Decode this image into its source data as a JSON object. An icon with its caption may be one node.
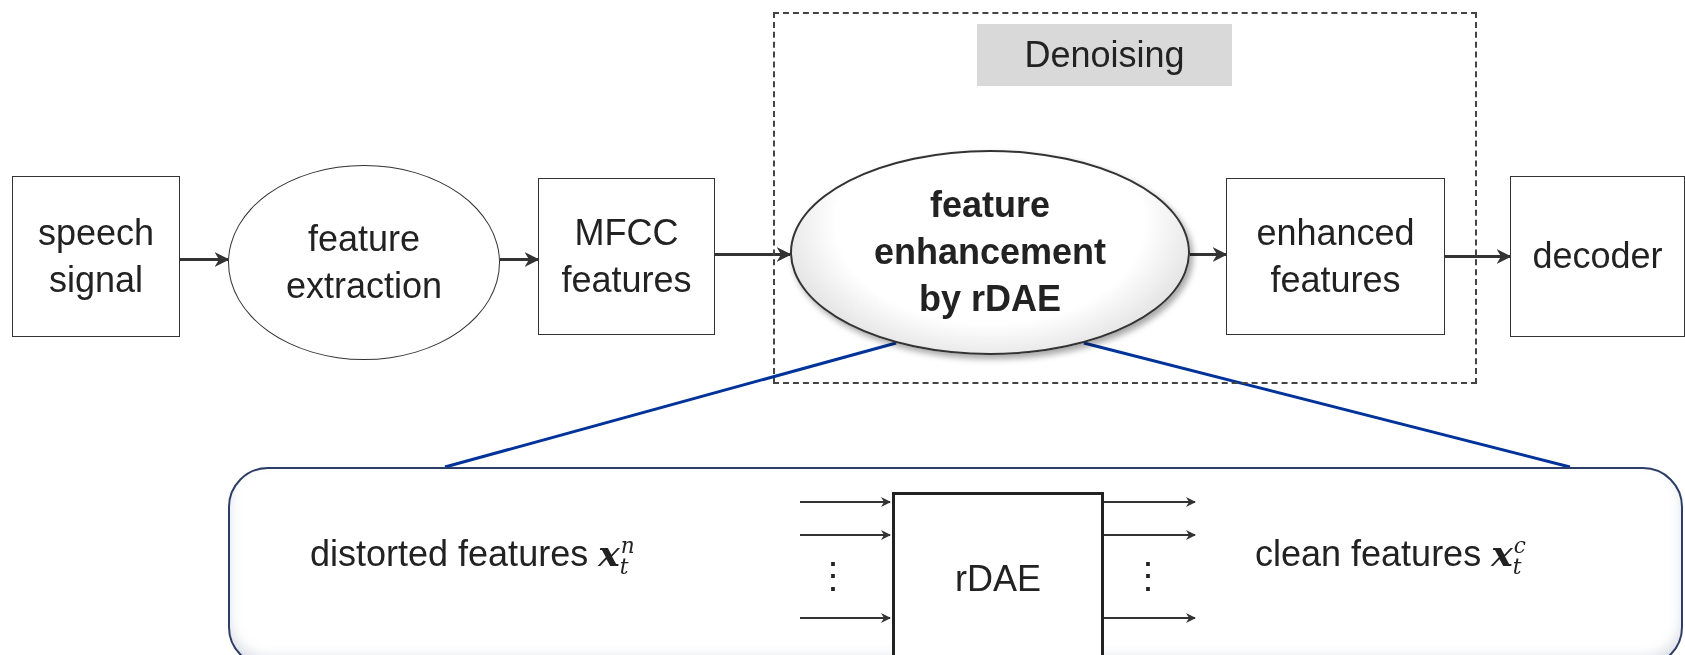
{
  "diagram": {
    "nodes": [
      {
        "text": [
          "Denoising"
        ]
      },
      {
        "text": [
          "speech signal"
        ]
      },
      {
        "text": [
          "feature extraction"
        ]
      },
      {
        "text": [
          "MFCC features"
        ]
      },
      {
        "text": [
          "feature enhancement by rDAE"
        ],
        "in": 0
      },
      {
        "text": [
          "enhanced features"
        ],
        "in": 0
      },
      {
        "text": [
          "decoder"
        ]
      },
      {
        "text": [],
        "shape": "box"
      },
      {
        "text": [
          "rDAE"
        ],
        "in": 7
      }
    ],
    "edges": [
      {
        "from": 1,
        "to": 2,
        "arrow": "to"
      },
      {
        "from": 2,
        "to": 3,
        "arrow": "to"
      },
      {
        "from": 3,
        "to": 4,
        "arrow": "to"
      },
      {
        "from": 4,
        "to": 5,
        "arrow": "to"
      },
      {
        "from": 5,
        "to": 6,
        "arrow": "to"
      },
      {
        "from": 4,
        "to": 7,
        "arrow": "none",
        "color": "#003399"
      },
      {
        "from": 4,
        "to": 7,
        "arrow": "none",
        "color": "#003399"
      },
      {
        "from": null,
        "to": 8,
        "arrow": "to"
      },
      {
        "from": null,
        "to": 8,
        "arrow": "to"
      },
      {
        "from": null,
        "to": 8,
        "arrow": "to"
      },
      {
        "from": 8,
        "to": null,
        "arrow": "to"
      },
      {
        "from": 8,
        "to": null,
        "arrow": "to"
      },
      {
        "from": 8,
        "to": null,
        "arrow": "to"
      }
    ],
    "labels": [
      "distorted features **x**$_{t}$$^{n}$",
      "⋮",
      "⋮",
      "clean features **x**$_{t}$$^{c}$"
    ]
  }
}
